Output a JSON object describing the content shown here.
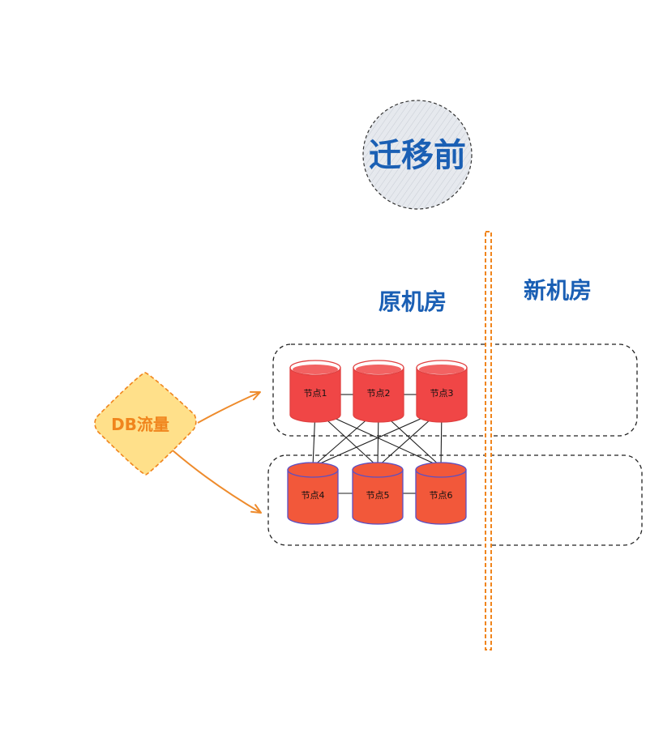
{
  "title": "迁移前",
  "zones": {
    "original": "原机房",
    "new": "新机房"
  },
  "traffic": {
    "label": "DB流量"
  },
  "nodes": {
    "top": [
      "节点1",
      "节点2",
      "节点3"
    ],
    "bottom": [
      "节点4",
      "节点5",
      "节点6"
    ]
  },
  "colors": {
    "title_blue": "#1a5fb4",
    "divider_orange": "#f0851d",
    "arrow_orange": "#ee8b2c",
    "diamond_fill": "#ffe08a",
    "diamond_stroke": "#f0851d",
    "traffic_text": "#f0851d",
    "node_top_fill": "#f04646",
    "node_bottom_fill": "#f2583a",
    "node_bottom_stroke": "#5b4fc4",
    "circle_fill": "#e6e9ee"
  }
}
